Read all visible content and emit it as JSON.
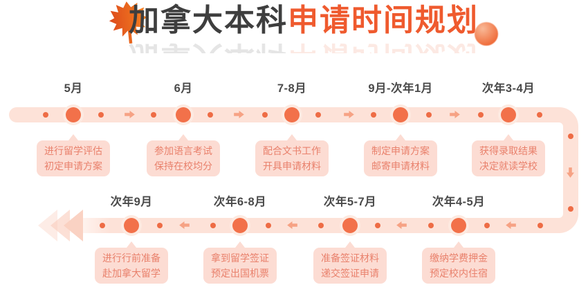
{
  "title": {
    "dark_text": "加拿大本科",
    "orange_text": "申请时间规划"
  },
  "colors": {
    "title_dark": "#3e3e3e",
    "title_orange": "#ef5a2e",
    "track": "#fde2d8",
    "node_fill": "#f2714a",
    "node_halo": "#fdeae1",
    "dot": "#ee6c45",
    "flow_arrow": "#f6a284",
    "bubble_bg": "#fcdcd3",
    "bubble_text": "#e9816c",
    "period_text": "#4a4a4a",
    "leaf_dark": "#dd4a1c",
    "leaf_bright": "#f58220"
  },
  "top_row": {
    "direction": "left-to-right",
    "milestones": [
      {
        "period": "5月",
        "line1": "进行留学评估",
        "line2": "初定申请方案"
      },
      {
        "period": "6月",
        "line1": "参加语言考试",
        "line2": "保持在校均分"
      },
      {
        "period": "7-8月",
        "line1": "配合文书工作",
        "line2": "开具申请材料"
      },
      {
        "period": "9月-次年1月",
        "line1": "制定申请方案",
        "line2": "邮寄申请材料"
      },
      {
        "period": "次年3-4月",
        "line1": "获得录取结果",
        "line2": "决定就读学校"
      }
    ]
  },
  "bottom_row": {
    "direction": "right-to-left",
    "milestones": [
      {
        "period": "次年9月",
        "line1": "进行行前准备",
        "line2": "赴加拿大留学"
      },
      {
        "period": "次年6-8月",
        "line1": "拿到留学签证",
        "line2": "预定出国机票"
      },
      {
        "period": "次年5-7月",
        "line1": "准备签证材料",
        "line2": "递交签证申请"
      },
      {
        "period": "次年4-5月",
        "line1": "缴纳学费押金",
        "line2": "预定校内住宿"
      }
    ]
  }
}
